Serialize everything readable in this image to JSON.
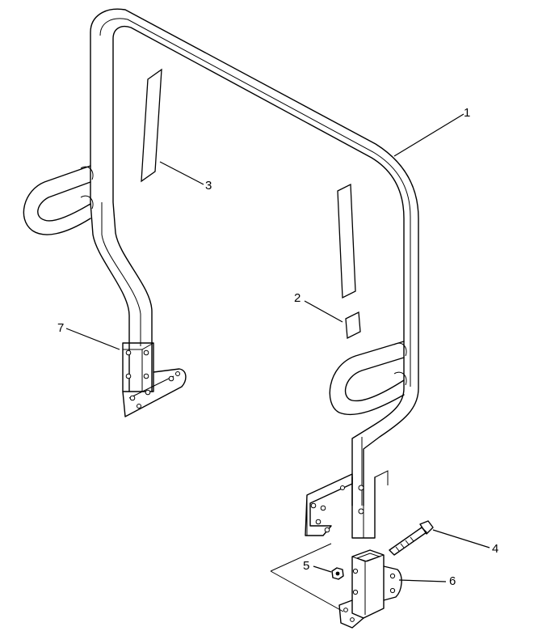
{
  "diagram": {
    "callouts": [
      {
        "id": "c1",
        "text": "1"
      },
      {
        "id": "c2",
        "text": "2"
      },
      {
        "id": "c3",
        "text": "3"
      },
      {
        "id": "c4",
        "text": "4"
      },
      {
        "id": "c5",
        "text": "5"
      },
      {
        "id": "c6",
        "text": "6"
      },
      {
        "id": "c7",
        "text": "7"
      }
    ]
  }
}
